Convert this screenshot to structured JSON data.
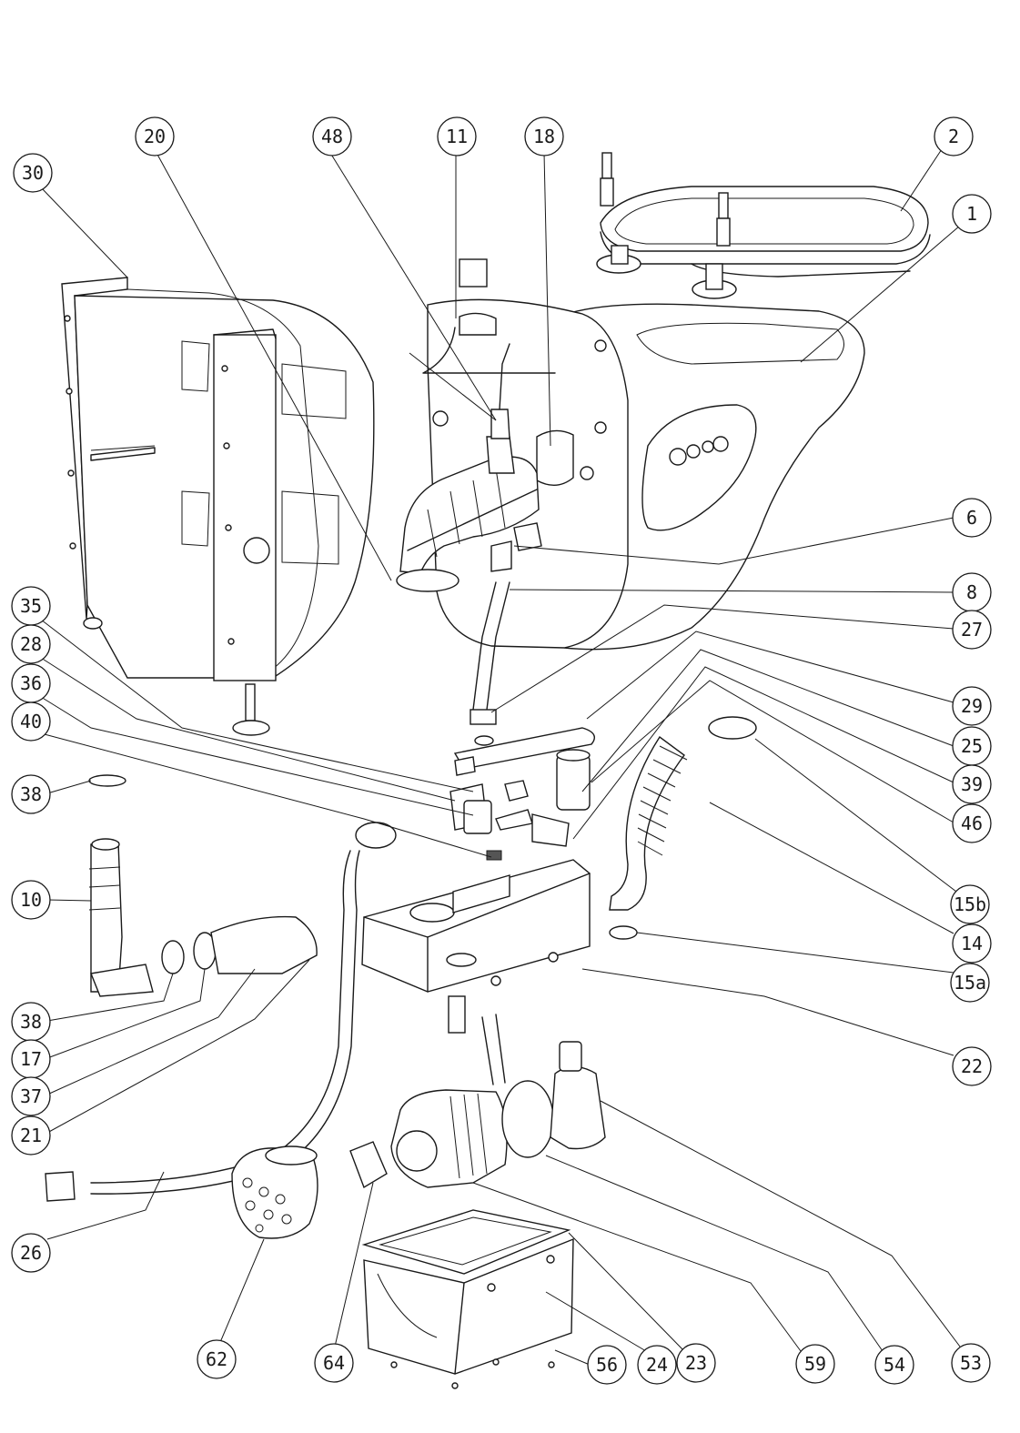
{
  "callouts": [
    {
      "id": "30",
      "label": "30"
    },
    {
      "id": "20",
      "label": "20"
    },
    {
      "id": "48",
      "label": "48"
    },
    {
      "id": "11",
      "label": "11"
    },
    {
      "id": "18",
      "label": "18"
    },
    {
      "id": "2",
      "label": "2"
    },
    {
      "id": "1",
      "label": "1"
    },
    {
      "id": "6",
      "label": "6"
    },
    {
      "id": "8",
      "label": "8"
    },
    {
      "id": "27",
      "label": "27"
    },
    {
      "id": "35",
      "label": "35"
    },
    {
      "id": "28",
      "label": "28"
    },
    {
      "id": "36",
      "label": "36"
    },
    {
      "id": "40",
      "label": "40"
    },
    {
      "id": "29",
      "label": "29"
    },
    {
      "id": "25",
      "label": "25"
    },
    {
      "id": "39",
      "label": "39"
    },
    {
      "id": "38a",
      "label": "38"
    },
    {
      "id": "46",
      "label": "46"
    },
    {
      "id": "10",
      "label": "10"
    },
    {
      "id": "15b",
      "label": "15b"
    },
    {
      "id": "14",
      "label": "14"
    },
    {
      "id": "38b",
      "label": "38"
    },
    {
      "id": "15a",
      "label": "15a"
    },
    {
      "id": "17",
      "label": "17"
    },
    {
      "id": "37",
      "label": "37"
    },
    {
      "id": "22",
      "label": "22"
    },
    {
      "id": "21",
      "label": "21"
    },
    {
      "id": "26",
      "label": "26"
    },
    {
      "id": "62",
      "label": "62"
    },
    {
      "id": "64",
      "label": "64"
    },
    {
      "id": "56",
      "label": "56"
    },
    {
      "id": "24",
      "label": "24"
    },
    {
      "id": "23",
      "label": "23"
    },
    {
      "id": "59",
      "label": "59"
    },
    {
      "id": "54",
      "label": "54"
    },
    {
      "id": "53",
      "label": "53"
    }
  ]
}
